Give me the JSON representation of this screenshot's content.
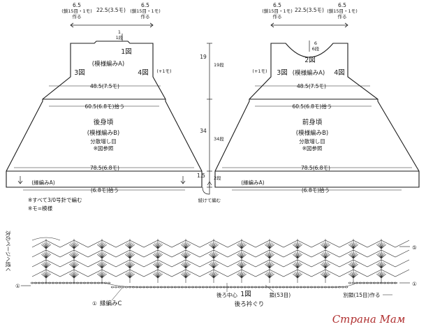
{
  "back": {
    "shoulder_left": "6.5",
    "shoulder_left_note": "(鎖15目・1モ)",
    "shoulder_left_make": "作る",
    "neck_width": "22.5(3.5モ)",
    "shoulder_right": "6.5",
    "shoulder_right_note": "(鎖15目・1モ)",
    "shoulder_right_make": "作る",
    "neck_drop": "1",
    "neck_drop_rows": "1段",
    "chart1": "1図",
    "chart3": "3図",
    "chart4": "4図",
    "pattern_a": "(模様編みA)",
    "plus_one": "(+1モ)",
    "waist": "48.5(7.5モ)",
    "skirt_top": "60.5(6.8モ)拾う",
    "title": "後身頃",
    "pattern_b": "(模様編みB)",
    "increase": "分散増し目",
    "see_chart": "※図参照",
    "hem": "78.5(6.8モ)",
    "edge_label": "(縁編みA)",
    "edge_pick": "(6.8モ)拾う"
  },
  "front": {
    "shoulder_left": "6.5",
    "shoulder_left_note": "(鎖15目・1モ)",
    "shoulder_left_make": "作る",
    "neck_width": "22.5(3.5モ)",
    "shoulder_right": "6.5",
    "shoulder_right_note": "(鎖15目・1モ)",
    "shoulder_right_make": "作る",
    "neck_drop": "6",
    "neck_drop_rows": "6段",
    "chart2": "2図",
    "chart3": "3図",
    "chart4": "4図",
    "pattern_a": "(模様編みA)",
    "plus_one": "(+1モ)",
    "waist": "48.5(7.5モ)",
    "skirt_top": "60.5(6.8モ)拾う",
    "title": "前身頃",
    "pattern_b": "(模様編みB)",
    "increase": "分散増し目",
    "see_chart": "※図参照",
    "hem": "78.5(6.8モ)",
    "edge_label": "(縁編みA)",
    "edge_pick": "(6.8モ)拾う"
  },
  "middle": {
    "yoke_cm": "19",
    "yoke_rows": "19段",
    "skirt_cm": "34",
    "skirt_rows": "34段",
    "edge_cm": "1.5",
    "edge_rows": "2段",
    "continue": "続けて編む"
  },
  "notes": {
    "needle": "※すべて3/0号針で編む",
    "motif": "※モ=模様"
  },
  "chart": {
    "side_label": "次のページへ続く",
    "marker_one": "①",
    "marker_c": "①",
    "edge_c": "縁編みC",
    "back_center": "後ろ中心",
    "chart_no": "1図",
    "neck_pick": "後ろ衿ぐり",
    "chain_count": "鎖(53目)",
    "separate_chain": "別鎖(15目)作る",
    "row_marker_top": "⑤",
    "row_marker_mid": "①"
  },
  "watermark": "Страна Мам"
}
